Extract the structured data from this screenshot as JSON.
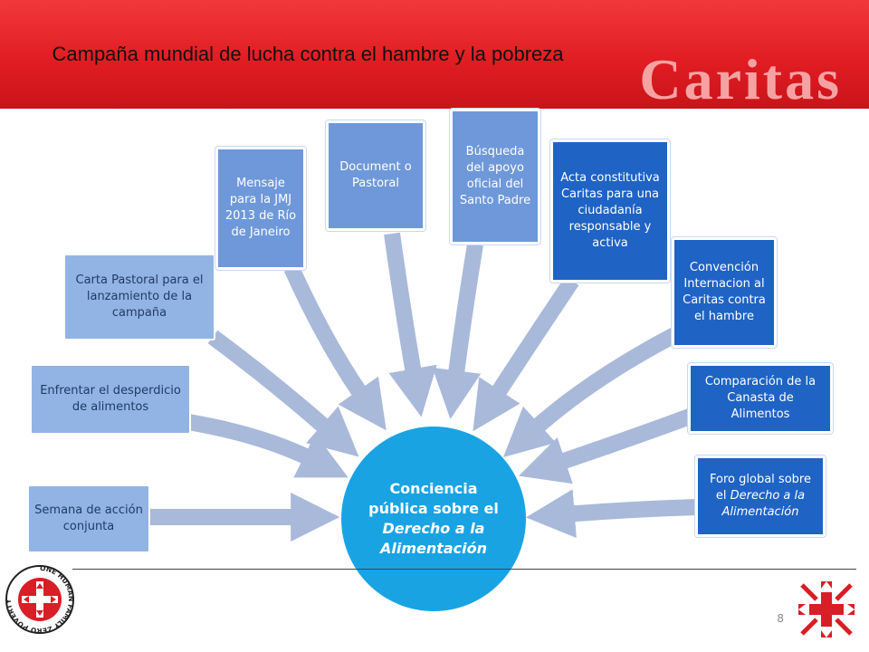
{
  "header": {
    "title": "Campaña mundial de lucha contra el hambre y la pobreza",
    "brand": "Caritas",
    "accent_color": "#e11d23"
  },
  "center": {
    "text_before": "Conciencia pública sobre el ",
    "text_italic": "Derecho a la Alimentación"
  },
  "items": [
    {
      "label": "Semana de acción conjunta"
    },
    {
      "label": "Enfrentar el desperdicio de alimentos"
    },
    {
      "label": "Carta Pastoral para el lanzamiento de la campaña"
    },
    {
      "label": "Mensaje para la JMJ 2013 de Río de Janeiro"
    },
    {
      "label": "Document o Pastoral"
    },
    {
      "label": "Búsqueda del apoyo oficial del Santo Padre"
    },
    {
      "label": "Acta constitutiva Caritas para una ciudadanía responsable y activa"
    },
    {
      "label": "Convención Internacion al Caritas contra el hambre"
    },
    {
      "label": "Comparación de la Canasta de Alimentos"
    },
    {
      "label_before": "Foro global sobre el ",
      "label_italic": "Derecho a la Alimentación"
    }
  ],
  "footer": {
    "page_number": "8",
    "left_logo_text": "ONE HUMAN FAMILY ZERO POVERTY"
  },
  "colors": {
    "arrow": "#a9b9d9",
    "center": "#1aa3e3",
    "box_light": "#92b4e4",
    "box_dark": "#1f63c4"
  }
}
